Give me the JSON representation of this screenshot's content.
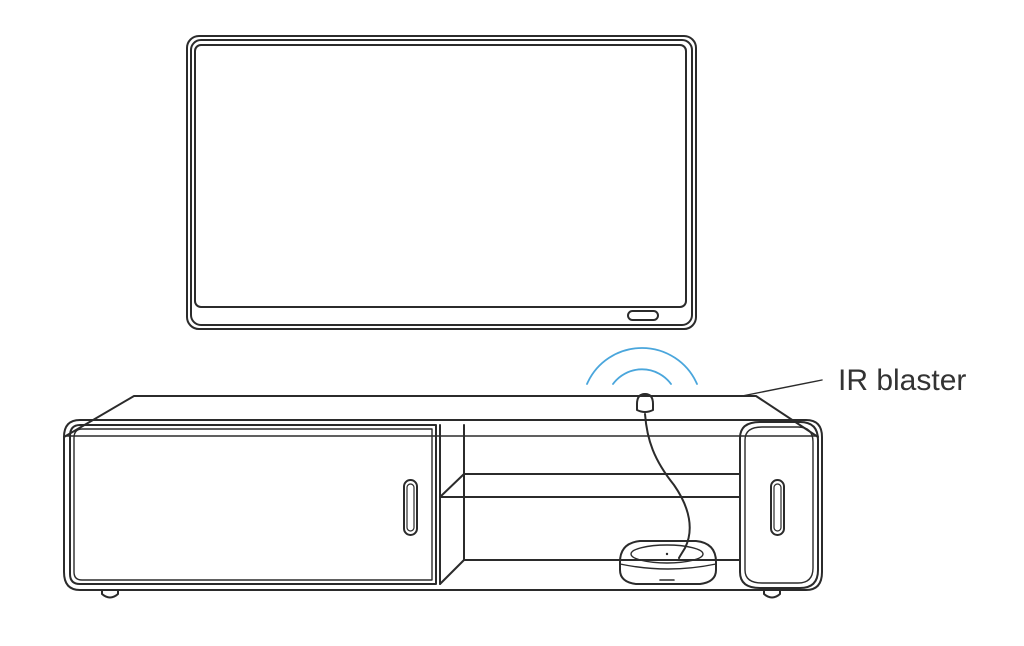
{
  "diagram": {
    "label": "IR blaster"
  },
  "colors": {
    "line": "#2b2b2b",
    "signal": "#4aa6dc",
    "label_text": "#333333",
    "background": "#ffffff"
  },
  "icons": {
    "tv": "tv-outline",
    "cabinet": "tv-stand-outline",
    "ir_blaster": "ir-blaster-icon",
    "hub": "hub-device-icon",
    "signal": "signal-waves-icon"
  }
}
